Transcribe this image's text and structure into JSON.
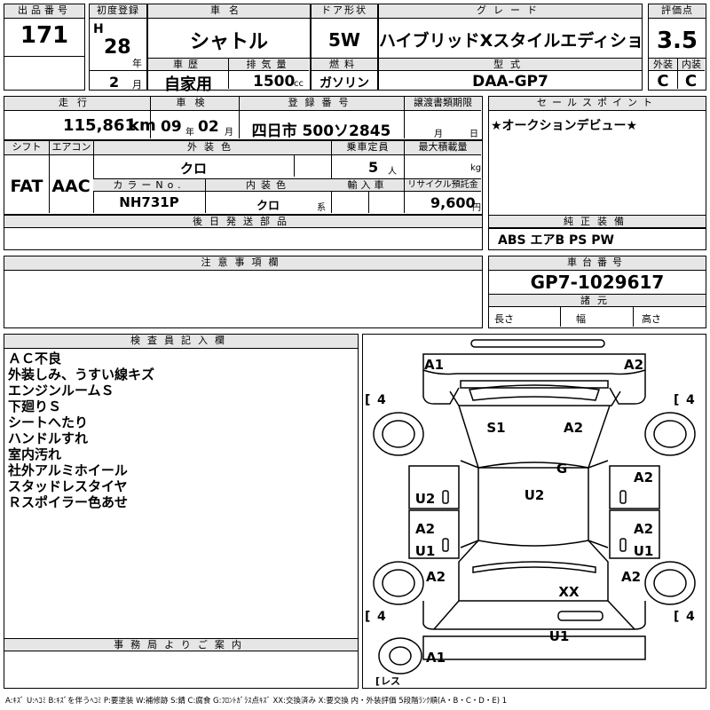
{
  "lot": {
    "label": "出品番号",
    "value": "171"
  },
  "first_reg": {
    "label": "初度登録",
    "era": "H",
    "year": "28",
    "year_unit": "年",
    "month": "2",
    "month_unit": "月"
  },
  "car_name": {
    "label": "車名",
    "value": "シャトル"
  },
  "door": {
    "label": "ドア形状",
    "value": "5W"
  },
  "grade": {
    "label": "グレード",
    "value": "ハイブリッドXスタイルエディション"
  },
  "score": {
    "label": "評価点",
    "value": "3.5"
  },
  "history": {
    "label": "車歴",
    "value": "自家用"
  },
  "displacement": {
    "label": "排気量",
    "value": "1500",
    "unit": "cc"
  },
  "fuel": {
    "label": "燃料",
    "value": "ガソリン"
  },
  "model": {
    "label": "型式",
    "value": "DAA-GP7"
  },
  "ext_grade": {
    "label": "外装",
    "value": "C"
  },
  "int_grade": {
    "label": "内装",
    "value": "C"
  },
  "mileage": {
    "label": "走行",
    "value": "115,861",
    "unit": "km"
  },
  "inspection": {
    "label": "車検",
    "year": "09",
    "year_unit": "年",
    "month": "02",
    "month_unit": "月"
  },
  "plate": {
    "label": "登録番号",
    "value": "四日市 500ソ2845"
  },
  "transfer_deadline": {
    "label": "譲渡書類期限",
    "month_unit": "月",
    "day_unit": "日"
  },
  "sales_point": {
    "label": "セールスポイント",
    "value": "★オークションデビュー★"
  },
  "shift": {
    "label": "シフト",
    "value": "FAT"
  },
  "aircon": {
    "label": "エアコン",
    "value": "AAC"
  },
  "ext_color": {
    "label": "外装色",
    "value": "クロ"
  },
  "capacity": {
    "label": "乗車定員",
    "value": "5",
    "unit": "人"
  },
  "max_load": {
    "label": "最大積載量",
    "unit": "kg"
  },
  "color_no": {
    "label": "カラーNo.",
    "value": "NH731P"
  },
  "int_color": {
    "label": "内装色",
    "value": "クロ",
    "unit": "系"
  },
  "import": {
    "label": "輸入車"
  },
  "recycle": {
    "label": "リサイクル預託金",
    "value": "9,600",
    "unit": "円"
  },
  "later_parts": {
    "label": "後日発送部品"
  },
  "equipment": {
    "label": "純正装備",
    "value": "ABS エアB PS PW"
  },
  "notes": {
    "label": "注意事項欄"
  },
  "chassis": {
    "label": "車台番号",
    "value": "GP7-1029617"
  },
  "specs": {
    "label": "諸元",
    "length": "長さ",
    "width": "幅",
    "height": "高さ"
  },
  "inspector": {
    "label": "検査員記入欄",
    "remarks": [
      "ＡＣ不良",
      "外装しみ、うすい線キズ",
      "エンジンルームＳ",
      "下廻りＳ",
      "シートへたり",
      "ハンドルすれ",
      "室内汚れ",
      "社外アルミホイール",
      "スタッドレスタイヤ",
      "Ｒスポイラー色あせ"
    ]
  },
  "office": {
    "label": "事務局よりご案内"
  },
  "diagram_marks": {
    "front_left": "A1",
    "front_right": "A2",
    "hood_left": "S1",
    "hood_right": "A2",
    "roof_g": "G",
    "front_door_right": "A2",
    "left_mid": "U2",
    "roof_center": "U2",
    "rear_left_a": "A2",
    "rear_left_u": "U1",
    "rear_right_a": "A2",
    "rear_right_u": "U1",
    "rear_fender_left": "A2",
    "rear_fender_right": "A2",
    "rear_glass": "XX",
    "rear_bumper": "U1",
    "rear_bottom": "A1"
  },
  "tires": {
    "fl": "4",
    "fr": "4",
    "rl": "4",
    "rr": "4",
    "spare": "レス"
  },
  "legend": "A:ｷｽﾞ U:ﾍｺﾐ B:ｷｽﾞを伴うﾍｺﾐ P:要塗装 W:補修跡 S:錆 C:腐食 G:ﾌﾛﾝﾄｶﾞﾗｽ点ｷｽﾞ XX:交換済み X:要交換 内・外装評価 5段階ﾗﾝｸ順(A・B・C・D・E) 1"
}
